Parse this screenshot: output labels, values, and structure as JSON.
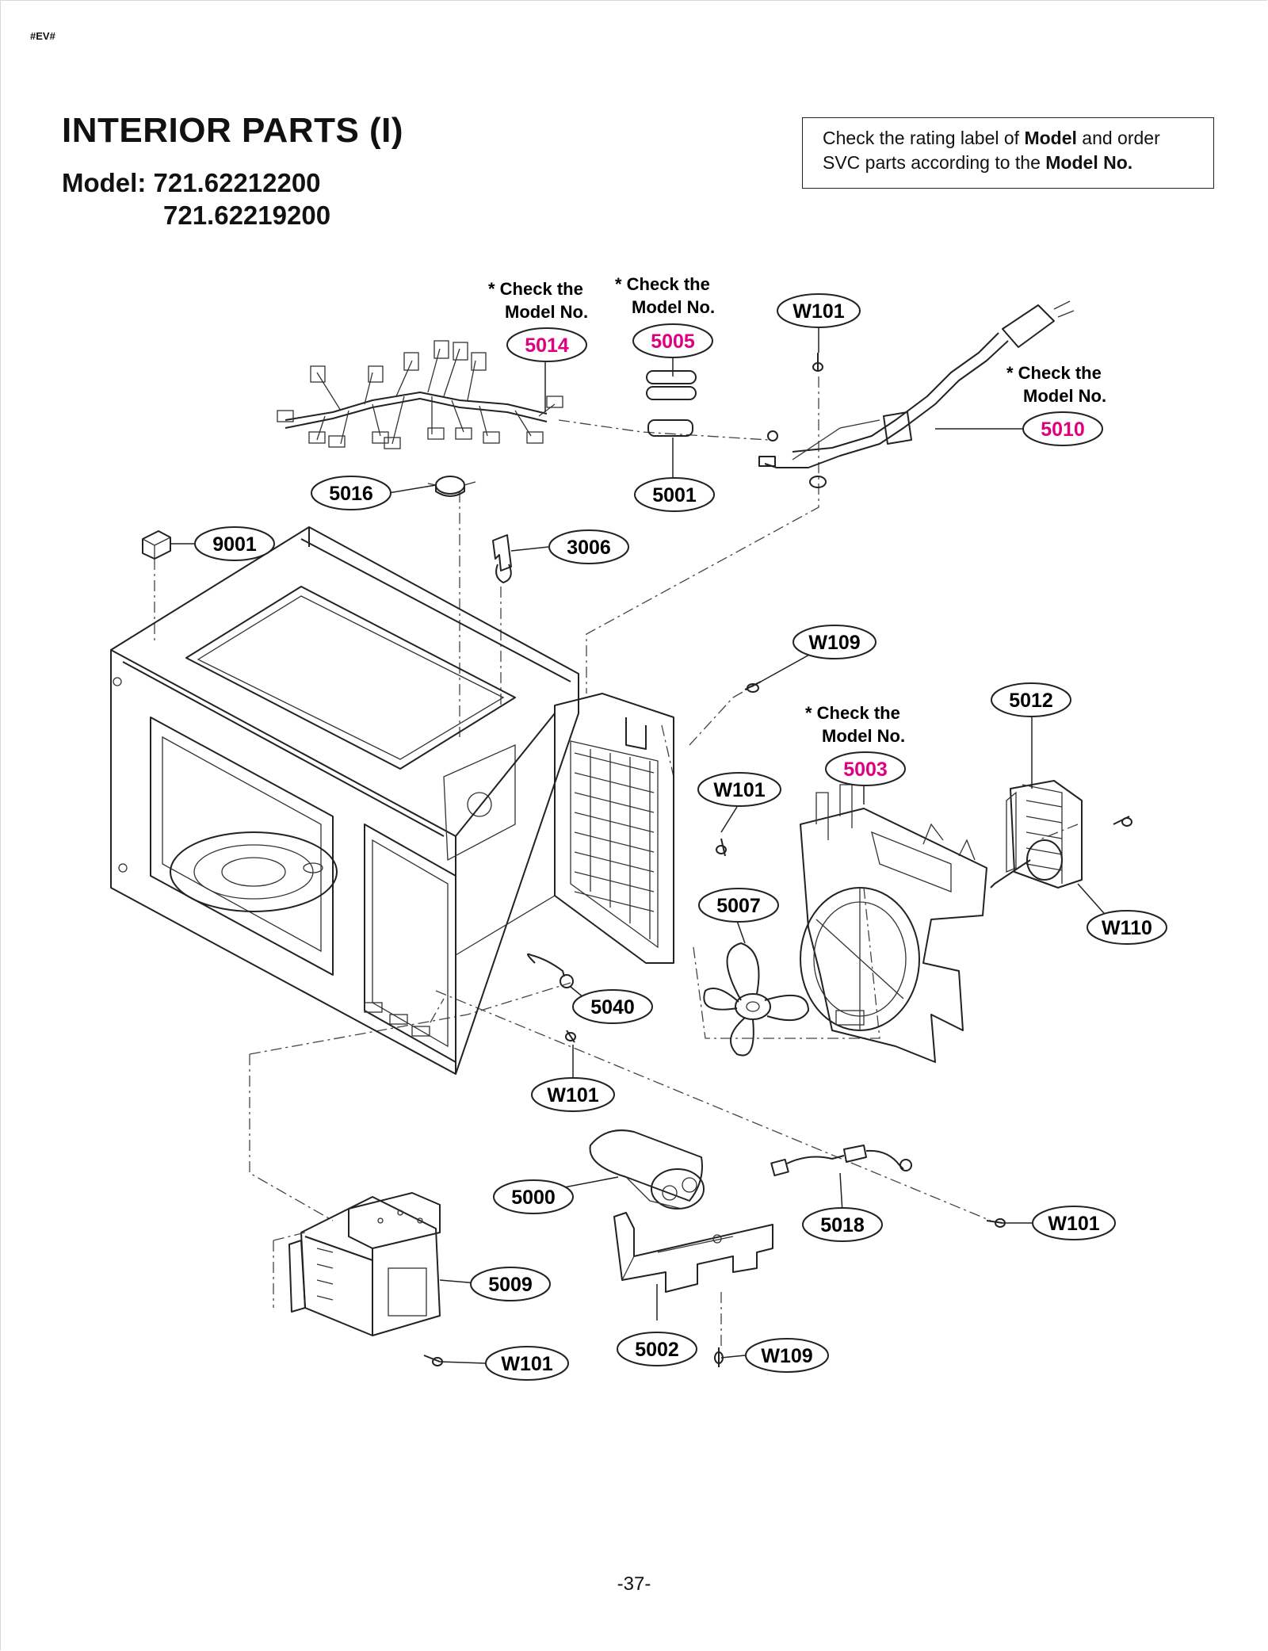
{
  "header": {
    "code_tag": "#EV#",
    "title": "INTERIOR PARTS (I)",
    "model_prefix": "Model: ",
    "model_1": "721.62212200",
    "model_2": "721.62219200"
  },
  "notice": {
    "t1": "Check the rating label of ",
    "b1": "Model",
    "t2": " and order SVC parts according to the ",
    "b2": "Model No."
  },
  "check_note": {
    "line1": "* Check the",
    "line2": "Model No."
  },
  "callouts": {
    "p5014": "5014",
    "p5005": "5005",
    "w101_top": "W101",
    "p5010": "5010",
    "p5016": "5016",
    "p5001": "5001",
    "p9001": "9001",
    "p3006": "3006",
    "w109_mid": "W109",
    "p5012": "5012",
    "p5003": "5003",
    "w101_mid": "W101",
    "p5007": "5007",
    "w110": "W110",
    "p5040": "5040",
    "w101_center": "W101",
    "p5000": "5000",
    "p5018": "5018",
    "w101_right": "W101",
    "p5009": "5009",
    "p5002": "5002",
    "w109_bottom": "W109",
    "w101_bottom": "W101"
  },
  "colors": {
    "model_specific_label": "#e0007f",
    "line": "#222222"
  },
  "footer": {
    "page_number": "-37-"
  }
}
